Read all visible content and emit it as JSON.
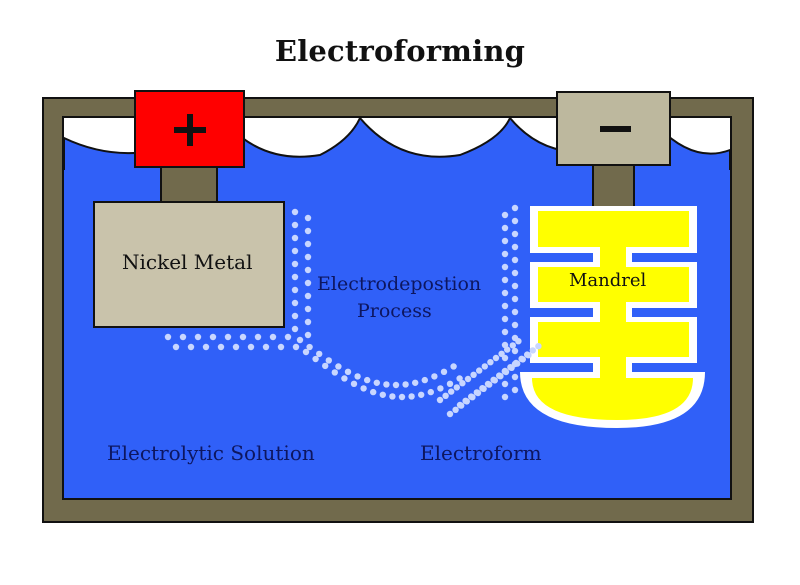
{
  "title": "Electroforming",
  "labels": {
    "anode_sign": "+",
    "cathode_sign": "−",
    "nickel": "Nickel Metal",
    "process_line1": "Electrodepostion",
    "process_line2": "Process",
    "mandrel": "Mandrel",
    "solution": "Electrolytic Solution",
    "electroform": "Electroform"
  },
  "colors": {
    "tank": "#716a4c",
    "solution": "#3060f8",
    "anode": "#ff0000",
    "cathode_block": "#bdb89e",
    "nickel": "#c9c3ab",
    "mandrel": "#ffff00",
    "ion": "#c8d6ff",
    "outline": "#111111"
  }
}
